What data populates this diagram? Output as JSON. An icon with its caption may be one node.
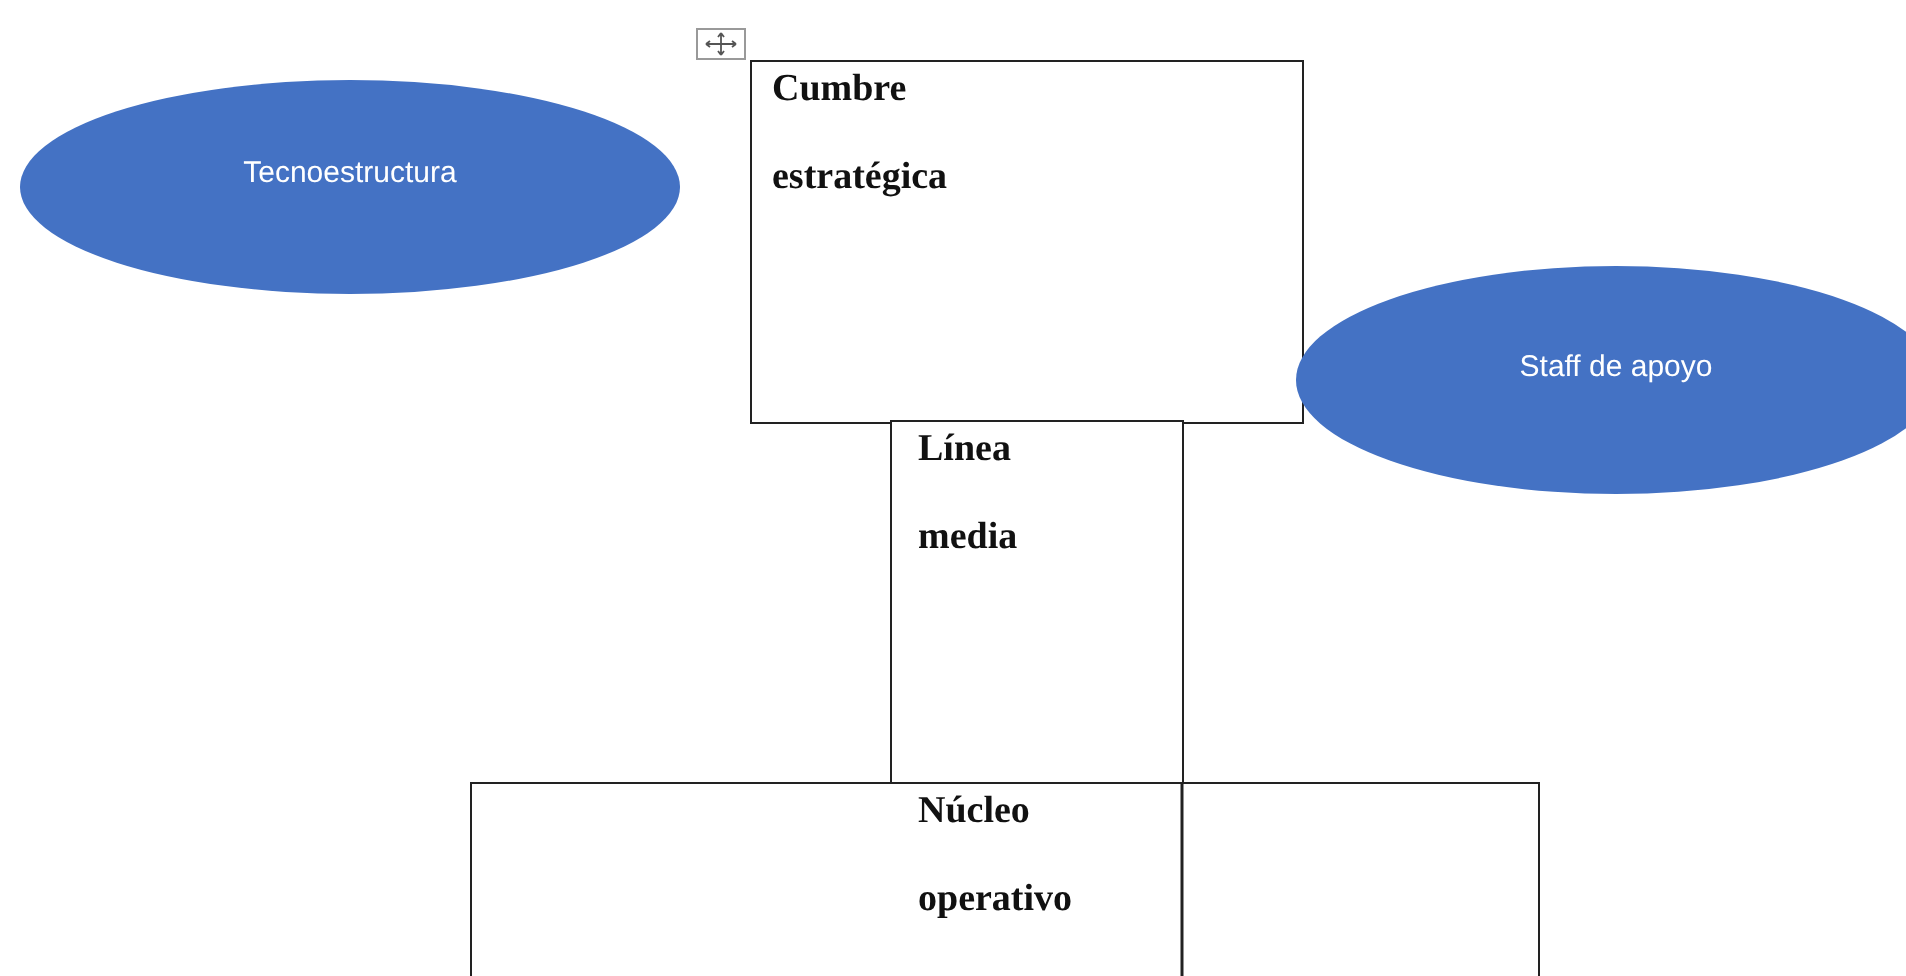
{
  "diagram": {
    "nodes": [
      {
        "text": [
          "Tecnoestructura"
        ]
      },
      {
        "text": [
          "Cumbre estratégica"
        ]
      },
      {
        "text": [
          "Staff de apoyo"
        ]
      },
      {
        "text": [
          "Línea media"
        ]
      },
      {
        "text": [
          "Núcleo operativo"
        ]
      }
    ]
  }
}
